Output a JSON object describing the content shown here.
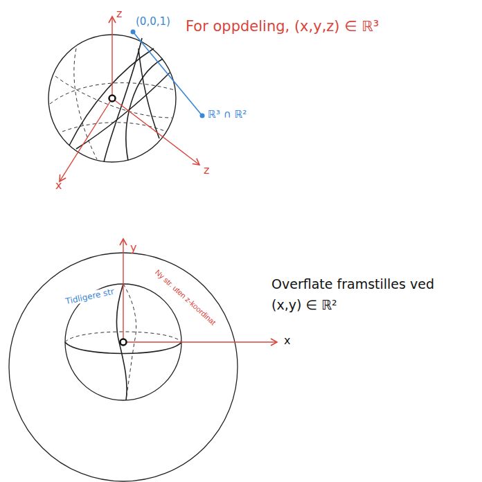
{
  "diagram": {
    "labels": [
      "z",
      "(0,0,1)",
      "For oppdeling, (x,y,z) ∈ ℝ³",
      "ℝ³ ∩ ℝ²",
      "x",
      "z",
      "y",
      "Ny str. uten z-koordinat",
      "Tidligere str",
      "x",
      "Overflate framstilles ved (x,y) ∈ ℝ²"
    ]
  }
}
